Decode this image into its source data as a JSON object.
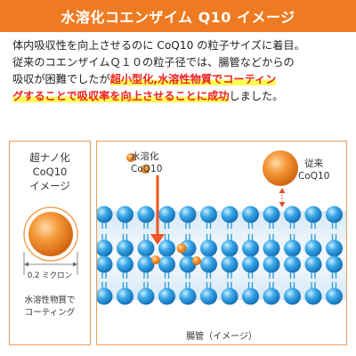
{
  "header": {
    "title": "水溶化コエンザイム Q10 イメージ"
  },
  "description": {
    "line1": "体内吸収性を向上させるのに CoQ10 の粒子サイズに着目。",
    "line2": "従来のコエンザイムＱ１０の粒子径では、腸管などからの",
    "line3_pre": "吸収が困難でしたが",
    "line3_hl": "超小型化,水溶性物質でコーティン",
    "line4_hl": "グすることで吸収率を向上させることに成功",
    "line4_post": "しました。"
  },
  "left_panel": {
    "title_lines": [
      "超ナノ化",
      "CoQ10",
      "イメージ"
    ],
    "scale_label": "0.2 ミクロン",
    "footer_lines": [
      "水溶性物質で",
      "コーティング"
    ]
  },
  "right_panel": {
    "small_label_lines": [
      "水溶化",
      "CoQ10"
    ],
    "big_label_lines": [
      "従来",
      "CoQ10"
    ],
    "caption": "腸管（イメージ）"
  },
  "colors": {
    "header": "#ee7b22",
    "particle": "#ee8a25",
    "membrane": "#2f9ee0",
    "membrane_bg": "#e3eff9",
    "arrow": "#ee5522",
    "highlight_text": "#ee2222",
    "highlight_marker": "#ffff55"
  }
}
